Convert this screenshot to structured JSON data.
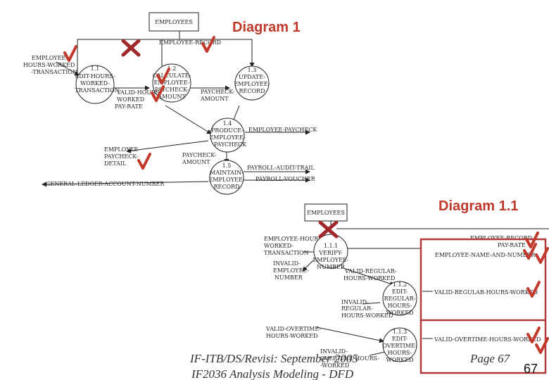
{
  "diagram1": {
    "title": "Diagram 1",
    "employees_box": "EMPLOYEES",
    "employee_record": "EMPLOYEE-RECORD",
    "input_flow": [
      "EMPLOYEE-",
      "HOURS-WORKED",
      "-TRANSACTION"
    ],
    "p11": [
      "1.1",
      "EDIT-HOURS-",
      "WORKED-",
      "TRANSACTION"
    ],
    "p12": [
      "1.2",
      "CALCULATE-",
      "EMPLOYEE-",
      "PAYCHECK-",
      "AMOUNT"
    ],
    "p13": [
      "1.3",
      "UPDATE-",
      "EMPLOYEE-",
      "RECORD"
    ],
    "p14": [
      "1.4",
      "PRODUCE-",
      "EMPLOYEE-",
      "PAYCHECK"
    ],
    "p15": [
      "1.5",
      "MAINTAIN-",
      "EMPLOYEE-",
      "RECORD"
    ],
    "valid_hours": [
      "VALID-HOURS-",
      "WORKED"
    ],
    "pay_rate": "PAY-RATE",
    "paycheck_amount_a": [
      "PAYCHECK-",
      "AMOUNT"
    ],
    "paycheck_amount_b": [
      "PAYCHECK-",
      "AMOUNT"
    ],
    "employee_paycheck": "EMPLOYEE-PAYCHECK",
    "paycheck_detail": [
      "EMPLOYEE-",
      "PAYCHECK-",
      "DETAIL"
    ],
    "payroll_audit": "PAYROLL-AUDIT-TRAIL",
    "payroll_voucher": "PAYROLL-VOUCHER",
    "general_ledger": "GENERAL-LEDGER-ACCOUNT-NUMBER"
  },
  "diagram11": {
    "title": "Diagram 1.1",
    "employees_box": "EMPLOYEES",
    "employee_record_pay_rate": [
      "EMPLOYEE-RECORD",
      "PAY-RATE"
    ],
    "name_number": "EMPLOYEE-NAME-AND-NUMBER",
    "input_flow": [
      "EMPLOYEE-HOURS-",
      "WORKED-",
      "TRANSACTION"
    ],
    "p111": [
      "1.1.1",
      "VERIFY-",
      "EMPLOYEE-",
      "NUMBER"
    ],
    "invalid_number": [
      "INVALID-",
      "EMPLOYEE-",
      "NUMBER"
    ],
    "valid_regular_a": [
      "VALID-REGULAR-",
      "HOURS-WORKED"
    ],
    "p112": [
      "1.1.2",
      "EDIT-",
      "REGULAR-",
      "HOURS-",
      "WORKED"
    ],
    "valid_regular_b": "VALID-REGULAR-HOURS-WORKED",
    "invalid_regular": [
      "INVALID-",
      "REGULAR-",
      "HOURS-WORKED"
    ],
    "valid_overtime_a": [
      "VALID-OVERTIME-",
      "HOURS-WORKED"
    ],
    "p113": [
      "1.1.3",
      "EDIT-",
      "OVERTIME-",
      "HOURS-",
      "WORKED"
    ],
    "valid_overtime_b": "VALID-OVERTIME-HOURS-WORKED",
    "invalid_overtime": [
      "INVALID-",
      "OVERTIME-HOURS-",
      "-WORKED"
    ]
  },
  "footer": {
    "line1": "IF-ITB/DS/Revisi: September 2005",
    "line2": "IF2036 Analysis Modeling - DFD",
    "page_label": "Page 67",
    "page_number": "67"
  },
  "colors": {
    "accent": "#c0392b",
    "frame": "#b03a3a"
  }
}
